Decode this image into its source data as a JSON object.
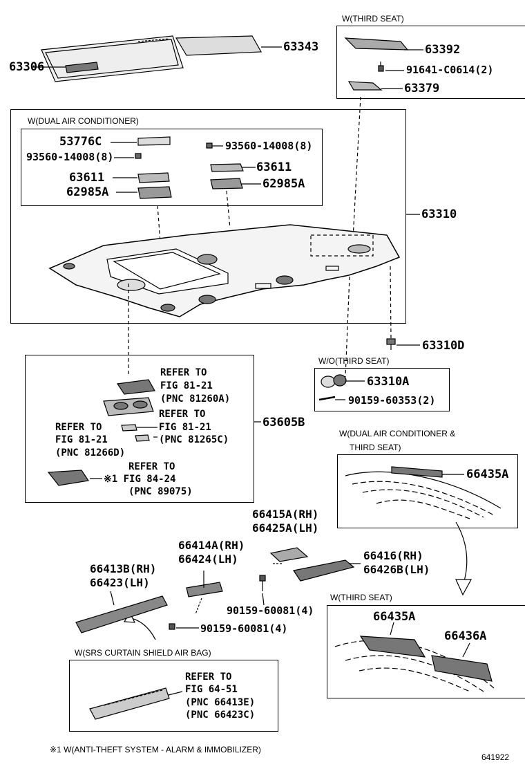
{
  "parts": {
    "p63306": "63306",
    "p63343": "63343",
    "p63392": "63392",
    "p91641": "91641-C0614(2)",
    "p63379": "63379",
    "p53776C": "53776C",
    "p93560a": "93560-14008(8)",
    "p93560b": "93560-14008(8)",
    "p63611a": "63611",
    "p63611b": "63611",
    "p62985Aa": "62985A",
    "p62985Ab": "62985A",
    "p63310": "63310",
    "p63310D": "63310D",
    "p63310A": "63310A",
    "p90159_60353": "90159-60353(2)",
    "p63605B": "63605B",
    "p66435Aa": "66435A",
    "p66415A": "66415A(RH)",
    "p66425A": "66425A(LH)",
    "p66414A": "66414A(RH)",
    "p66424": "66424(LH)",
    "p66416": "66416(RH)",
    "p66426B": "66426B(LH)",
    "p66413B": "66413B(RH)",
    "p66423": "66423(LH)",
    "p90159a": "90159-60081(4)",
    "p90159b": "90159-60081(4)",
    "p66435Ab": "66435A",
    "p66436A": "66436A"
  },
  "conditions": {
    "third_seat_top": "W(THIRD SEAT)",
    "dual_ac": "W(DUAL AIR CONDITIONER)",
    "wo_third_seat": "W/O(THIRD SEAT)",
    "dual_ac_third_1": "W(DUAL AIR CONDITIONER &",
    "dual_ac_third_2": "THIRD SEAT)",
    "third_seat_bottom": "W(THIRD SEAT)",
    "srs": "W(SRS CURTAIN SHIELD AIR BAG)"
  },
  "refs": {
    "r1_l1": "REFER TO",
    "r1_l2": "FIG 81-21",
    "r1_l3": "(PNC 81260A)",
    "r2_l1": "REFER TO",
    "r2_l2": "FIG 81-21",
    "r2_l3": "(PNC 81265C)",
    "r3_l1": "REFER TO",
    "r3_l2": "FIG 81-21",
    "r3_l3": "(PNC 81266D)",
    "r4_l1": "REFER TO",
    "r4_l2": "※1 FIG 84-24",
    "r4_l3": "(PNC 89075)",
    "r5_l1": "REFER TO",
    "r5_l2": "FIG 64-51",
    "r5_l3": "(PNC 66413E)",
    "r5_l4": "(PNC 66423C)"
  },
  "footnote": "※1 W(ANTI-THEFT SYSTEM - ALARM & IMMOBILIZER)",
  "figure_id": "641922"
}
